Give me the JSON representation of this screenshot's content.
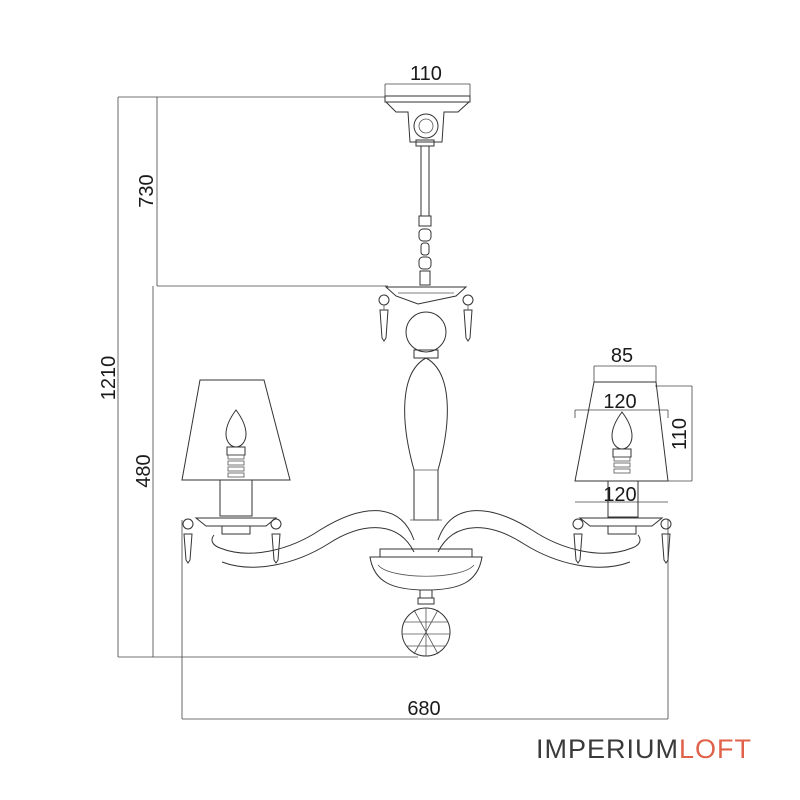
{
  "dimensions": {
    "top_mount_width": "110",
    "chain_drop": "730",
    "total_height": "1210",
    "body_height": "480",
    "shade_top_diameter": "85",
    "shade_bottom_diameter": "120",
    "shade_height": "110",
    "cup_diameter": "120",
    "total_width": "680"
  },
  "brand": {
    "part_a": "IMPERIUM",
    "part_b": "LOFT",
    "color_a": "#3a3a3a",
    "color_b": "#e0624a"
  }
}
